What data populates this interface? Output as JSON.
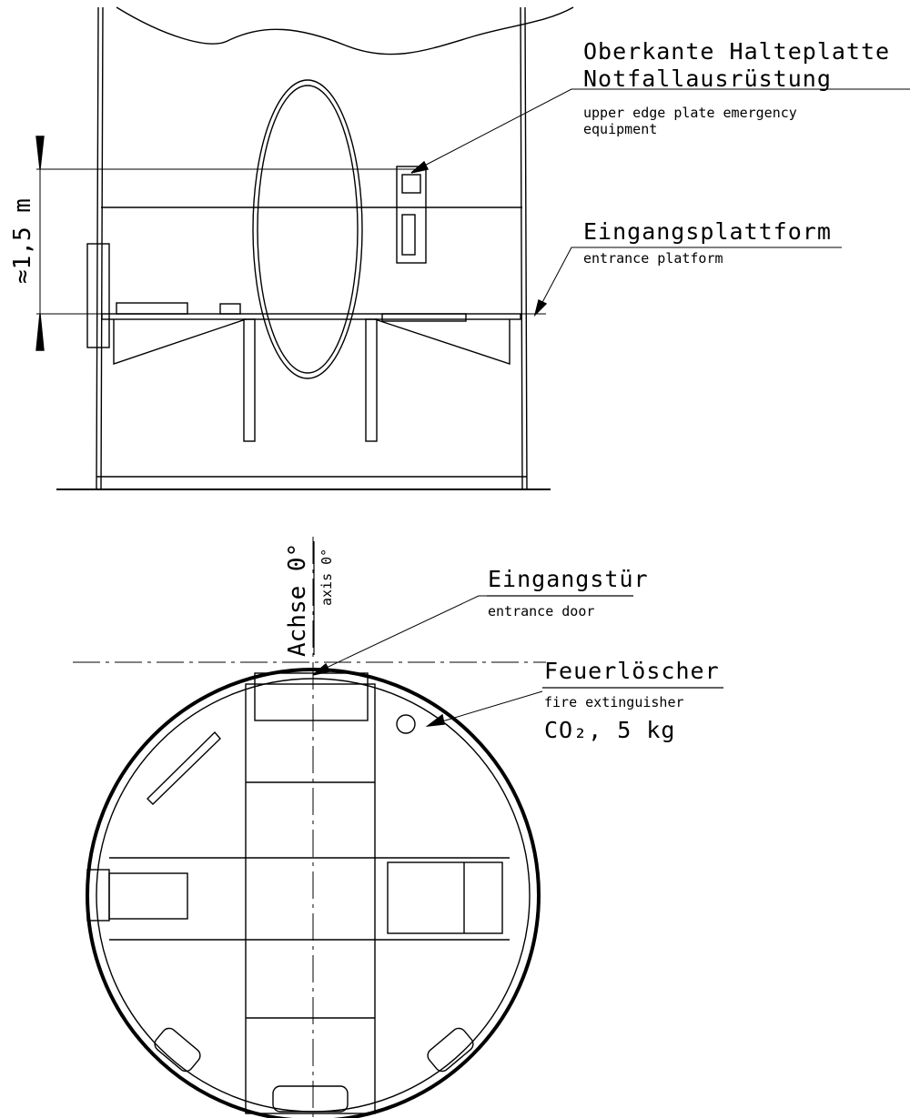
{
  "side_view": {
    "dimension_label": "≈1,5 m",
    "callouts": {
      "plate_title_line1": "Oberkante Halteplatte",
      "plate_title_line2": "Notfallausrüstung",
      "plate_sub_line1": "upper edge plate emergency",
      "plate_sub_line2": "equipment",
      "platform_title": "Eingangsplattform",
      "platform_sub": "entrance platform"
    }
  },
  "plan_view": {
    "axis_title": "Achse 0°",
    "axis_sub": "axis 0°",
    "callouts": {
      "door_title": "Eingangstür",
      "door_sub": "entrance door",
      "extinguisher_title": "Feuerlöscher",
      "extinguisher_sub": "fire extinguisher",
      "extinguisher_spec": "CO₂, 5 kg"
    }
  }
}
